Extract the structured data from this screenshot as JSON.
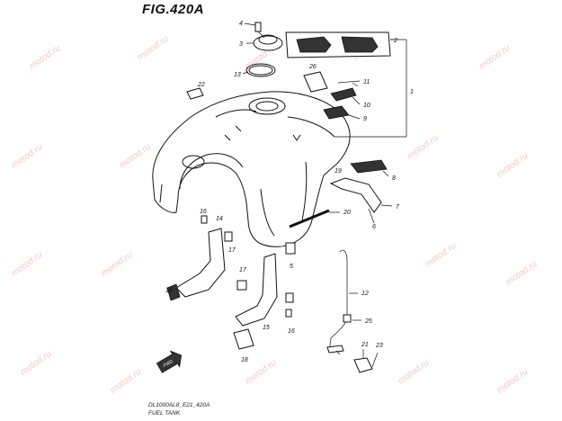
{
  "figure": {
    "title": "FIG.420A",
    "model_code": "DL1000AL8_E21_420A",
    "caption": "FUEL TANK",
    "fwd_label": "FWD",
    "watermark": "motod.ru"
  },
  "callouts": [
    "1",
    "2",
    "3",
    "4",
    "5",
    "6",
    "7",
    "8",
    "9",
    "10",
    "11",
    "12",
    "13",
    "14",
    "15",
    "16",
    "17",
    "18",
    "19",
    "20",
    "21",
    "22",
    "23",
    "25",
    "26"
  ]
}
